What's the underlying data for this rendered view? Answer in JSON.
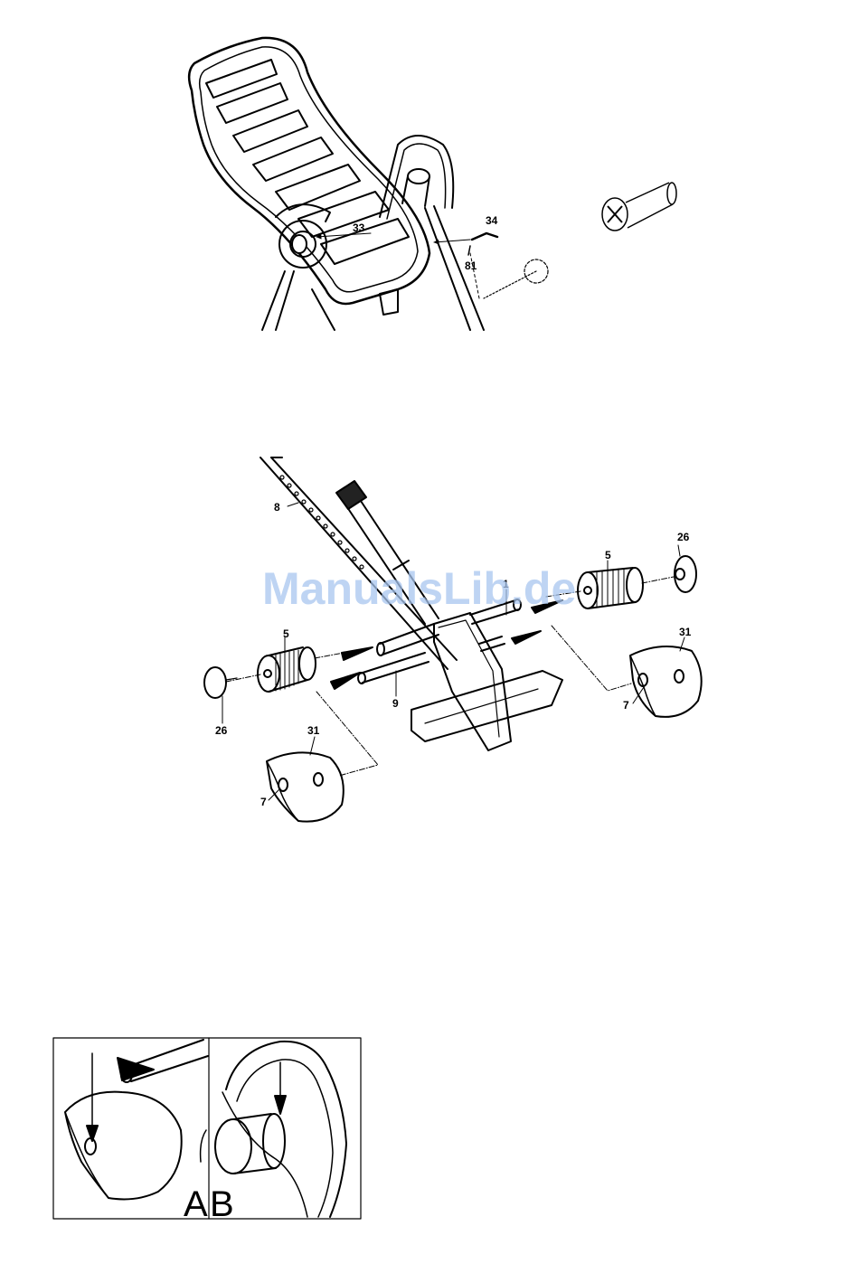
{
  "watermark": "ManualsLib.de",
  "figure1": {
    "labels": {
      "p33": "33",
      "p34": "34",
      "p81": "81"
    }
  },
  "figure2": {
    "labels": {
      "p8": "8",
      "p1": "1",
      "p9": "9",
      "p5_left": "5",
      "p5_right": "5",
      "p26_left": "26",
      "p26_right": "26",
      "p31_left": "31",
      "p31_right": "31",
      "p7_left": "7",
      "p7_right": "7"
    }
  },
  "figure3": {
    "panel_a": "A",
    "panel_b": "B"
  }
}
